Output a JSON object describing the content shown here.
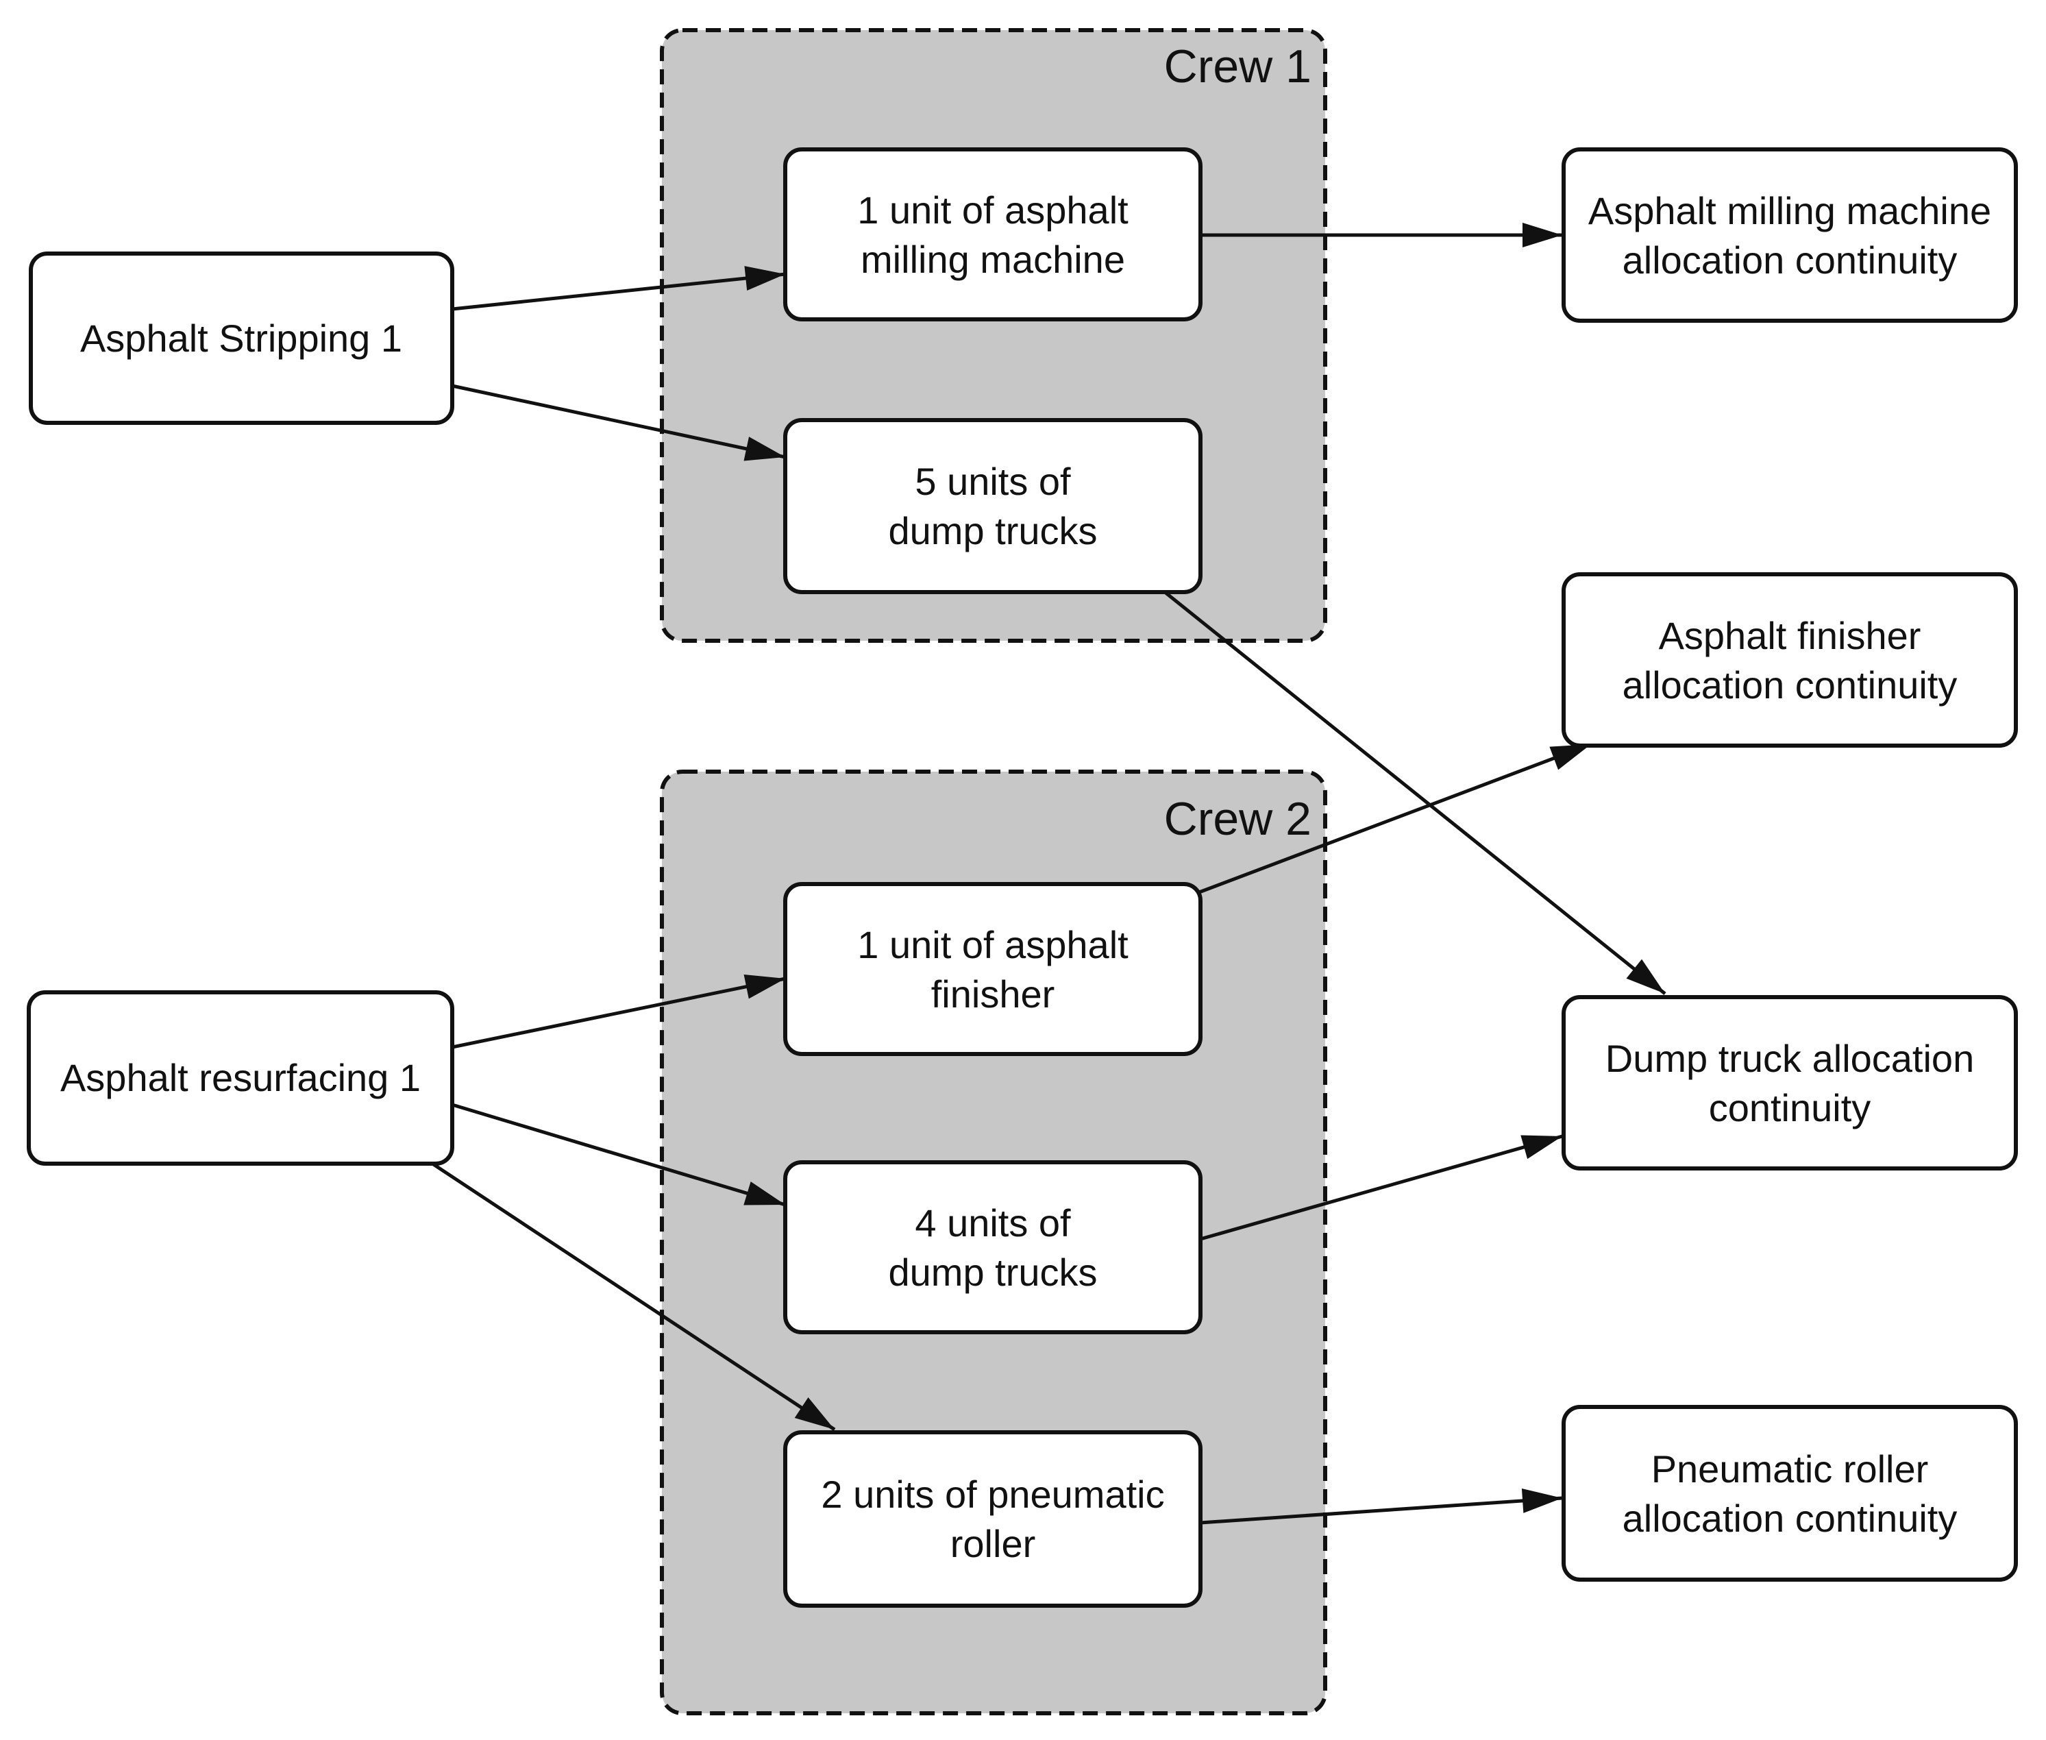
{
  "colors": {
    "background": "#ffffff",
    "node_fill": "#ffffff",
    "stroke": "#111111",
    "crew_fill": "#c7c7c7"
  },
  "crews": {
    "crew1": {
      "label": "Crew 1"
    },
    "crew2": {
      "label": "Crew 2"
    }
  },
  "nodes": {
    "stripping": {
      "lines": [
        "Asphalt Stripping 1"
      ]
    },
    "milling": {
      "lines": [
        "1 unit of asphalt",
        "milling machine"
      ]
    },
    "dump5": {
      "lines": [
        "5 units of",
        "dump trucks"
      ]
    },
    "milling_cont": {
      "lines": [
        "Asphalt milling machine",
        "allocation continuity"
      ]
    },
    "finisher_cont": {
      "lines": [
        "Asphalt finisher",
        "allocation continuity"
      ]
    },
    "finisher": {
      "lines": [
        "1 unit of asphalt",
        "finisher"
      ]
    },
    "resurfacing": {
      "lines": [
        "Asphalt resurfacing 1"
      ]
    },
    "dump4": {
      "lines": [
        "4 units of",
        "dump trucks"
      ]
    },
    "dump_cont": {
      "lines": [
        "Dump truck allocation",
        "continuity"
      ]
    },
    "roller": {
      "lines": [
        "2 units of pneumatic",
        "roller"
      ]
    },
    "roller_cont": {
      "lines": [
        "Pneumatic roller",
        "allocation continuity"
      ]
    }
  },
  "edges": [
    {
      "from": "Asphalt Stripping 1",
      "to": "1 unit of asphalt milling machine"
    },
    {
      "from": "Asphalt Stripping 1",
      "to": "5 units of dump trucks"
    },
    {
      "from": "1 unit of asphalt milling machine",
      "to": "Asphalt milling machine allocation continuity"
    },
    {
      "from": "5 units of dump trucks",
      "to": "Dump truck allocation continuity"
    },
    {
      "from": "1 unit of asphalt finisher",
      "to": "Asphalt finisher allocation continuity"
    },
    {
      "from": "4 units of dump trucks",
      "to": "Dump truck allocation continuity"
    },
    {
      "from": "Asphalt resurfacing 1",
      "to": "1 unit of asphalt finisher"
    },
    {
      "from": "Asphalt resurfacing 1",
      "to": "4 units of dump trucks"
    },
    {
      "from": "Asphalt resurfacing 1",
      "to": "2 units of pneumatic roller"
    },
    {
      "from": "2 units of pneumatic roller",
      "to": "Pneumatic roller allocation continuity"
    }
  ]
}
